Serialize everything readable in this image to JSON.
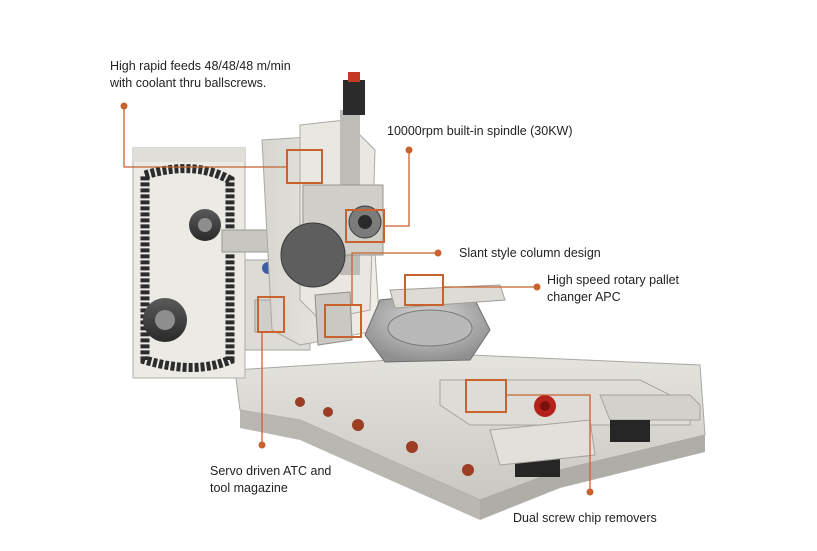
{
  "colors": {
    "accent": "#c8622f",
    "text": "#222222"
  },
  "callouts": [
    {
      "id": "rapid-feeds",
      "lines": [
        "High rapid feeds 48/48/48 m/min",
        "with coolant thru ballscrews."
      ]
    },
    {
      "id": "spindle",
      "lines": [
        "10000rpm built-in spindle (30KW)"
      ]
    },
    {
      "id": "column",
      "lines": [
        "Slant style column design"
      ]
    },
    {
      "id": "apc",
      "lines": [
        "High speed rotary pallet",
        "changer APC"
      ]
    },
    {
      "id": "atc",
      "lines": [
        "Servo driven ATC and",
        "tool magazine"
      ]
    },
    {
      "id": "chip",
      "lines": [
        "Dual screw chip removers"
      ]
    }
  ]
}
